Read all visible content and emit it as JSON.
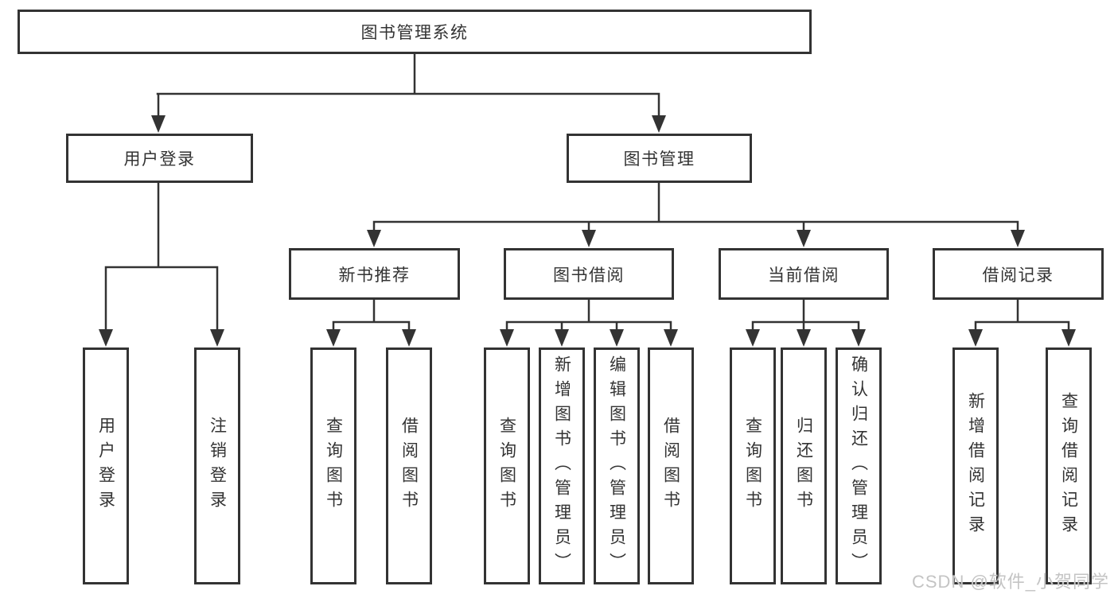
{
  "diagram": {
    "root": {
      "label": "图书管理系统"
    },
    "branches": [
      {
        "label": "用户登录",
        "children": [
          {
            "label": "用户登录"
          },
          {
            "label": "注销登录"
          }
        ]
      },
      {
        "label": "图书管理",
        "children": [
          {
            "label": "新书推荐",
            "children": [
              {
                "label": "查询图书"
              },
              {
                "label": "借阅图书"
              }
            ]
          },
          {
            "label": "图书借阅",
            "children": [
              {
                "label": "查询图书"
              },
              {
                "label": "新增图书（管理员）"
              },
              {
                "label": "编辑图书（管理员）"
              },
              {
                "label": "借阅图书"
              }
            ]
          },
          {
            "label": "当前借阅",
            "children": [
              {
                "label": "查询图书"
              },
              {
                "label": "归还图书"
              },
              {
                "label": "确认归还（管理员）"
              }
            ]
          },
          {
            "label": "借阅记录",
            "children": [
              {
                "label": "新增借阅记录"
              },
              {
                "label": "查询借阅记录"
              }
            ]
          }
        ]
      }
    ],
    "watermark": "CSDN @软件_小贺同学",
    "colors": {
      "line": "#333333",
      "box_border": "#333333",
      "text": "#333333",
      "background": "#ffffff",
      "watermark": "#c4c4c4"
    }
  }
}
